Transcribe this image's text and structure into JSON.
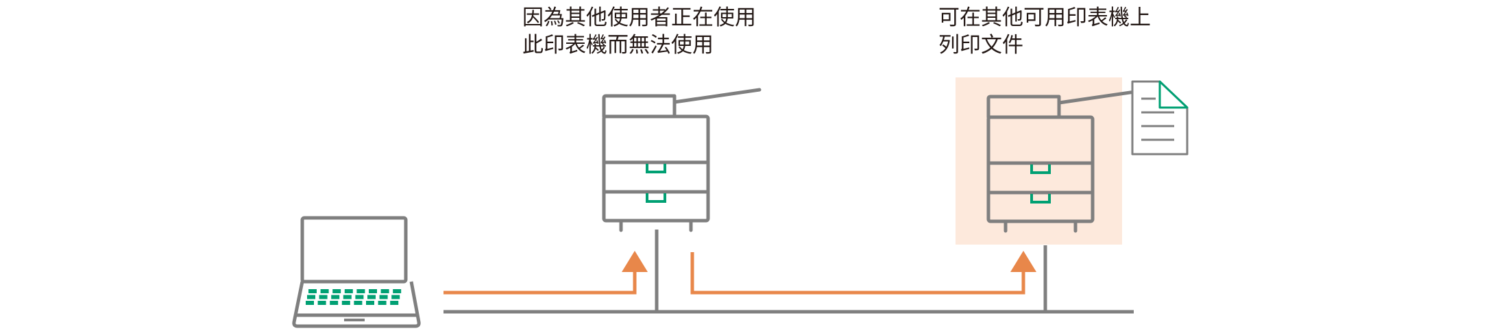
{
  "captions": {
    "busy_printer": [
      "因為其他使用者正在使用",
      "此印表機而無法使用"
    ],
    "alternate_printer": [
      "可在其他可用印表機上",
      "列印文件"
    ]
  },
  "colors": {
    "outline": "#7f7f7f",
    "accent_green": "#00a073",
    "arrow_orange": "#e8874a",
    "highlight_bg": "#fde9dc",
    "text": "#231815"
  },
  "icons": [
    "laptop-icon",
    "printer-icon",
    "printer-icon",
    "document-icon",
    "arrow-up-icon",
    "arrow-up-icon"
  ]
}
